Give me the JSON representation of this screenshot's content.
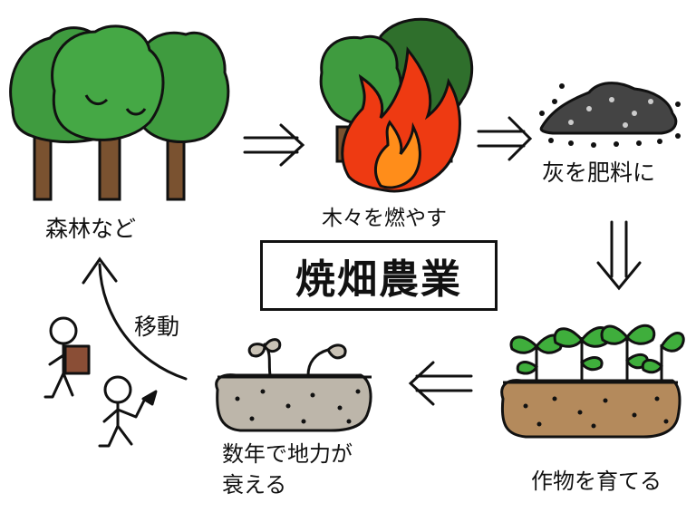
{
  "title": "焼畑農業",
  "steps": [
    {
      "label": "森林など"
    },
    {
      "label": "木々を燃やす"
    },
    {
      "label": "灰を肥料に"
    },
    {
      "label": "作物を育てる"
    },
    {
      "label_line1": "数年で地力が",
      "label_line2": "衰える"
    },
    {
      "label": "移動"
    }
  ],
  "colors": {
    "tree_green": "#3f9b3f",
    "tree_dark": "#2f6f2c",
    "trunk": "#7a5230",
    "fire_red": "#ee3a12",
    "fire_orange": "#ff8d1a",
    "ash": "#444444",
    "soil_brown": "#b48a5c",
    "soil_gray": "#bdb6aa",
    "sprout_green": "#3fae3c",
    "bag": "#8a4e36"
  },
  "icons": [
    "forest-icon",
    "burning-trees-icon",
    "ash-pile-icon",
    "crops-icon",
    "depleted-soil-icon",
    "people-moving-icon"
  ]
}
